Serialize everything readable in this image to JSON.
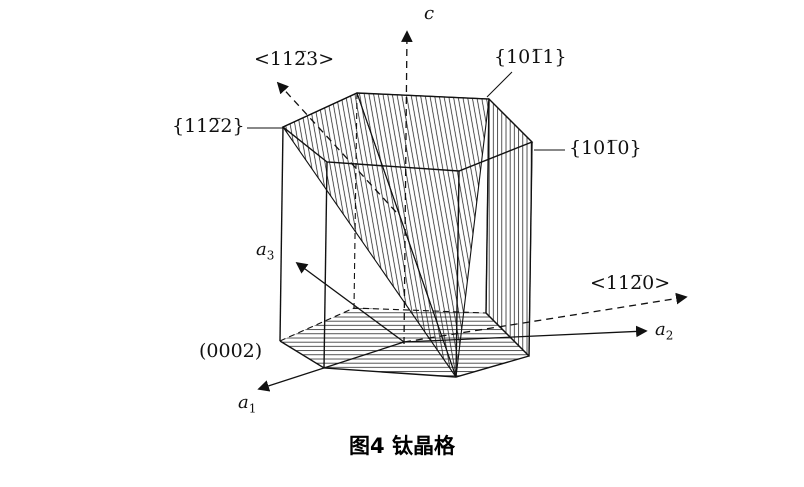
{
  "figure": {
    "caption": "图4 钛晶格"
  },
  "labels": {
    "c_axis": "c",
    "a1": {
      "base": "a",
      "sub": "1"
    },
    "a2": {
      "base": "a",
      "sub": "2"
    },
    "a3": {
      "base": "a",
      "sub": "3"
    },
    "dir_1123": "<112̅3>",
    "dir_1120": "<112̅0>",
    "plane_1011": "{101̅1}",
    "plane_1122": "{112̅2}",
    "plane_1010": "{101̅0}",
    "plane_0002": "(0002)"
  },
  "colors": {
    "line": "#111111",
    "hatch": "#1a1a1a",
    "background": "#ffffff"
  }
}
